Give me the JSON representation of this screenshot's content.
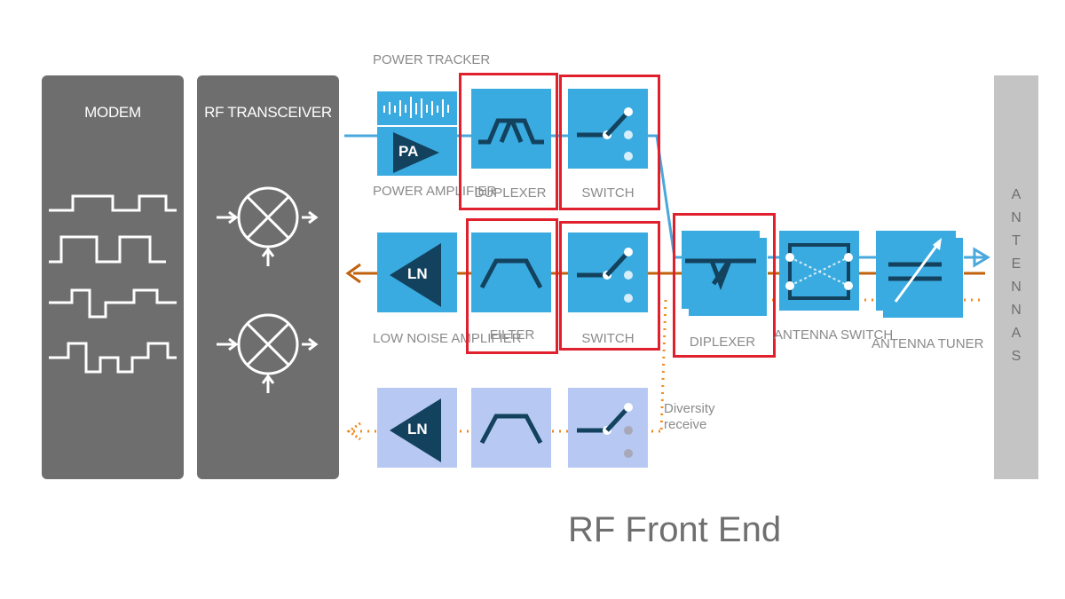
{
  "modem": {
    "title": "MODEM"
  },
  "transceiver": {
    "title": "RF TRANSCEIVER"
  },
  "blocks": {
    "power_tracker": "POWER TRACKER",
    "power_amplifier": "POWER AMPLIFIER",
    "pa_badge": "PA",
    "duplexer": "DUPLEXER",
    "switch_tx": "SWITCH",
    "lna_badge": "LN",
    "low_noise_amplifier": "LOW NOISE AMPLIFIER",
    "filter": "FILTER",
    "switch_rx": "SWITCH",
    "diplexer": "DIPLEXER",
    "antenna_switch": "ANTENNA SWITCH",
    "antenna_tuner": "ANTENNA TUNER",
    "diversity_lna_badge": "LN",
    "diversity_receive": "Diversity receive"
  },
  "antennas": [
    "A",
    "N",
    "T",
    "E",
    "N",
    "N",
    "A",
    "S"
  ],
  "footer": {
    "title": "RF Front End"
  },
  "colors": {
    "block_blue": "#3aabe0",
    "block_light": "#b7c9f2",
    "signal_blue": "#4aa8dc",
    "signal_orange": "#c0620c",
    "diversity_orange": "#ef8a1f",
    "highlight_red": "#e0202c",
    "dark_navy": "#13425e"
  }
}
